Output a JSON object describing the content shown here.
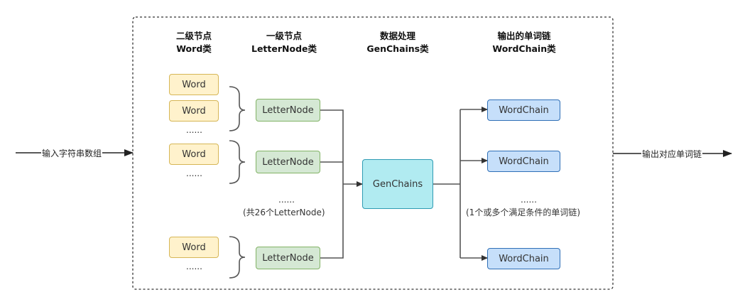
{
  "headers": {
    "word": [
      "二级节点",
      "Word类"
    ],
    "letter": [
      "一级节点",
      "LetterNode类"
    ],
    "gen": [
      "数据处理",
      "GenChains类"
    ],
    "chain": [
      "输出的单词链",
      "WordChain类"
    ]
  },
  "nodes": {
    "word_label": "Word",
    "letter_label": "LetterNode",
    "gen_label": "GenChains",
    "chain_label": "WordChain"
  },
  "ellipsis": "......",
  "letter_note": "(共26个LetterNode)",
  "chain_note": "(1个或多个满足条件的单词链)",
  "input_label": "输入字符串数组",
  "output_label": "输出对应单词链",
  "colors": {
    "word_fill": "#fff2cc",
    "word_stroke": "#d6b656",
    "letter_fill": "#d5e8d4",
    "letter_stroke": "#82b366",
    "gen_fill": "#b1ebf1",
    "gen_stroke": "#2e9bb3",
    "chain_fill": "#c6dffa",
    "chain_stroke": "#2f6fb6",
    "connector": "#555555",
    "frame": "#333333"
  }
}
